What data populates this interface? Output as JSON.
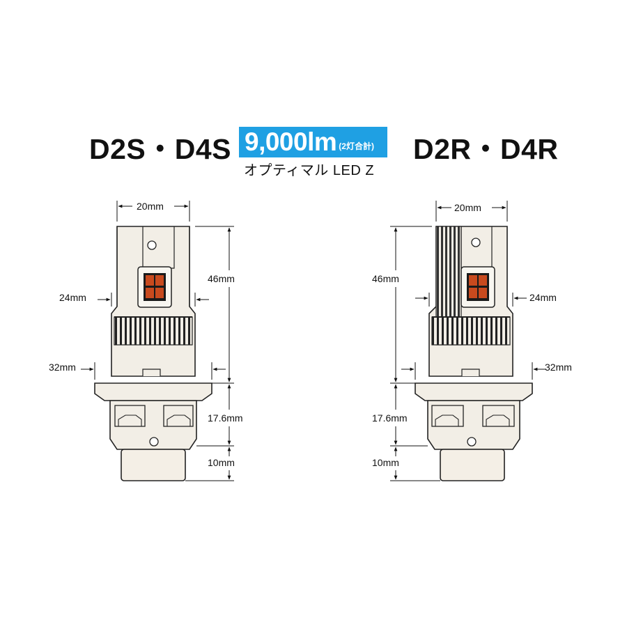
{
  "header": {
    "left_type": "D2S・D4S",
    "right_type": "D2R・D4R",
    "badge": {
      "lumens": "9,000lm",
      "note": "(2灯合計)",
      "color": "#1fa0e3"
    },
    "product_name": "オプティマル LED Z"
  },
  "left_diagram": {
    "top_width": "20mm",
    "height_main": "46mm",
    "width_heatsink": "24mm",
    "width_flange": "32mm",
    "height_base": "17.6mm",
    "height_socket": "10mm"
  },
  "right_diagram": {
    "top_width": "20mm",
    "height_main": "46mm",
    "width_heatsink": "24mm",
    "width_flange": "32mm",
    "height_base": "17.6mm",
    "height_socket": "10mm"
  },
  "colors": {
    "bulb_body": "#f2eee6",
    "outline": "#222222",
    "led": "#c84a1e",
    "socket": "#f4efe6"
  }
}
